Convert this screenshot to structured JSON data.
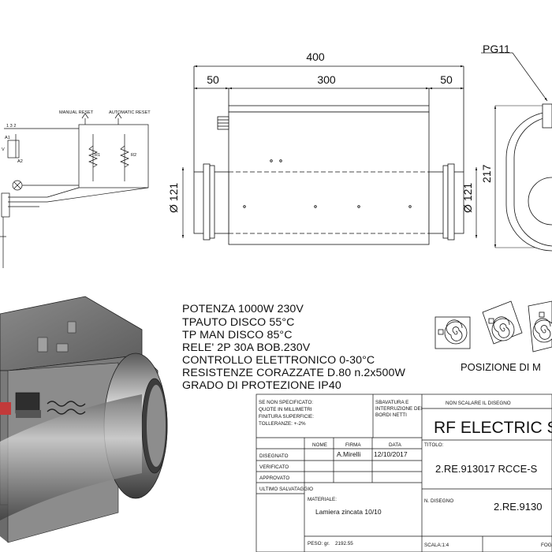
{
  "dimensions": {
    "total_width": "400",
    "left_collar": "50",
    "body_width": "300",
    "right_collar": "50",
    "height": "217",
    "diameter_left": "Ø 121",
    "diameter_right": "Ø 121",
    "gland": "PG11"
  },
  "schematic": {
    "manual_reset": "MANUAL RESET",
    "automatic_reset": "AUTOMATIC RESET",
    "r1": "R1",
    "r2": "R2",
    "a1": "A1",
    "a2": "A2",
    "contacts": "1  3  2",
    "v": "V"
  },
  "specs": [
    "POTENZA 1000W 230V",
    "TPAUTO DISCO 55°C",
    "TP MAN DISCO 85°C",
    "RELE' 2P 30A BOB.230V",
    "CONTROLLO ELETTRONICO 0-30°C",
    "RESISTENZE CORAZZATE D.80 n.2x500W",
    "GRADO DI PROTEZIONE IP40"
  ],
  "position_label": "POSIZIONE DI M",
  "title_block": {
    "notes": [
      "SE NON SPECIFICATO:",
      "QUOTE IN MILLIMETRI",
      "FINITURA SUPERFICIE:",
      "TOLLERANZE: +-2%"
    ],
    "deburr": [
      "SBAVATURA E",
      "INTERRUZIONE DEI",
      "BORDI NETTI"
    ],
    "no_scale": "NON SCALARE IL DISEGNO",
    "company_title": "RF ELECTRIC S",
    "col_nome": "NOME",
    "col_firma": "FIRMA",
    "col_data": "DATA",
    "row_disegnato": "DISEGNATO",
    "firma_value": "A.Mirelli",
    "data_value": "12/10/2017",
    "row_verificato": "VERIFICATO",
    "row_approvato": "APPROVATO",
    "row_ultimo": "ULTIMO SALVATAGGIO",
    "titolo_label": "TITOLO:",
    "titolo_value": "2.RE.913017 RCCE-S",
    "materiale_label": "MATERIALE:",
    "materiale_value": "Lamiera zincata 10/10",
    "n_disegno_label": "N. DISEGNO",
    "n_disegno_value": "2.RE.9130",
    "peso_label": "PESO: gr.",
    "peso_value": "2192.55",
    "scala_label": "SCALA:1:4",
    "foglio_label": "FOG"
  }
}
